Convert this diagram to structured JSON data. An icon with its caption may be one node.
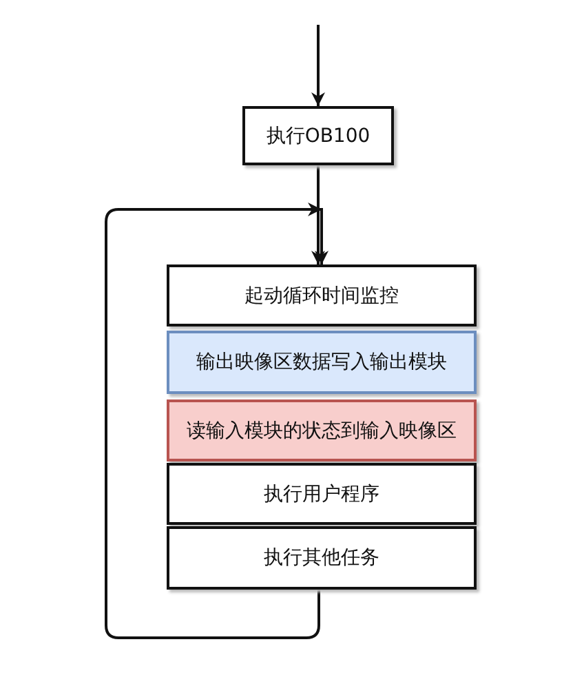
{
  "diagram": {
    "nodes": [
      {
        "text": [
          "执行OB100"
        ]
      },
      {
        "text": [
          "起动循环时间监控"
        ]
      },
      {
        "text": [
          "输出映像区数据写入输出模块"
        ]
      },
      {
        "text": [
          "读输入模块的状态到输入映像区"
        ]
      },
      {
        "text": [
          "执行用户程序"
        ]
      },
      {
        "text": [
          "执行其他任务"
        ]
      }
    ],
    "edges": [
      {
        "from": null,
        "to": 0,
        "arrow": "to"
      },
      {
        "from": 0,
        "to": 1,
        "arrow": "to"
      },
      {
        "from": 5,
        "to": 1,
        "arrow": "to"
      }
    ]
  }
}
